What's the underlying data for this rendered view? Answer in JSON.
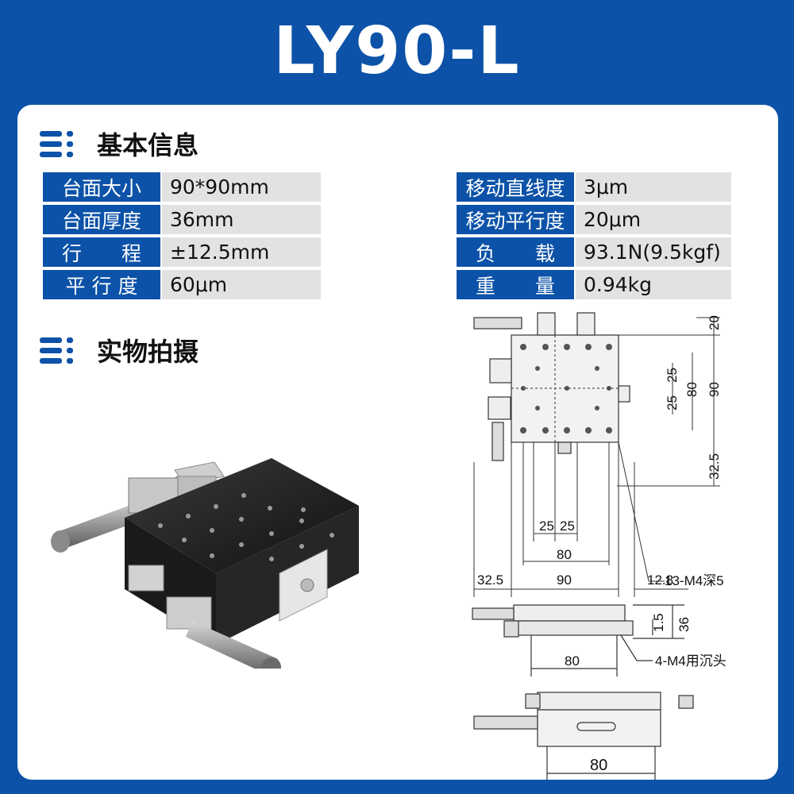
{
  "title": "LY90-L",
  "sections": {
    "basic_info": "基本信息",
    "photo": "实物拍摄"
  },
  "specs_left": [
    {
      "key": "台面大小",
      "value": "90*90mm"
    },
    {
      "key": "台面厚度",
      "value": "36mm"
    },
    {
      "key": "行　　程",
      "value": "±12.5mm"
    },
    {
      "key": "平 行 度",
      "value": "60μm"
    }
  ],
  "specs_right": [
    {
      "key": "移动直线度",
      "value": "3μm"
    },
    {
      "key": "移动平行度",
      "value": "20μm"
    },
    {
      "key": "负　　载",
      "value": "93.1N(9.5kgf)"
    },
    {
      "key": "重　　量",
      "value": "0.94kg"
    }
  ],
  "drawing": {
    "dim_top_20": "20",
    "dim_25a": "25",
    "dim_25b": "25",
    "dim_80v": "80",
    "dim_90v": "90",
    "dim_32_5v": "32.5",
    "dim_25c": "25",
    "dim_25d": "25",
    "dim_80h": "80",
    "note_m4": "13-M4深5",
    "dim_32_5h": "32.5",
    "dim_90h": "90",
    "dim_12_8": "12.8",
    "dim_1_5": "1.5",
    "dim_36": "36",
    "dim_80side": "80",
    "note_m4b": "4-M4用沉头",
    "dim_80bottom": "80"
  },
  "colors": {
    "brand_blue": "#0c52a8",
    "value_bg": "#e2e2e2"
  }
}
